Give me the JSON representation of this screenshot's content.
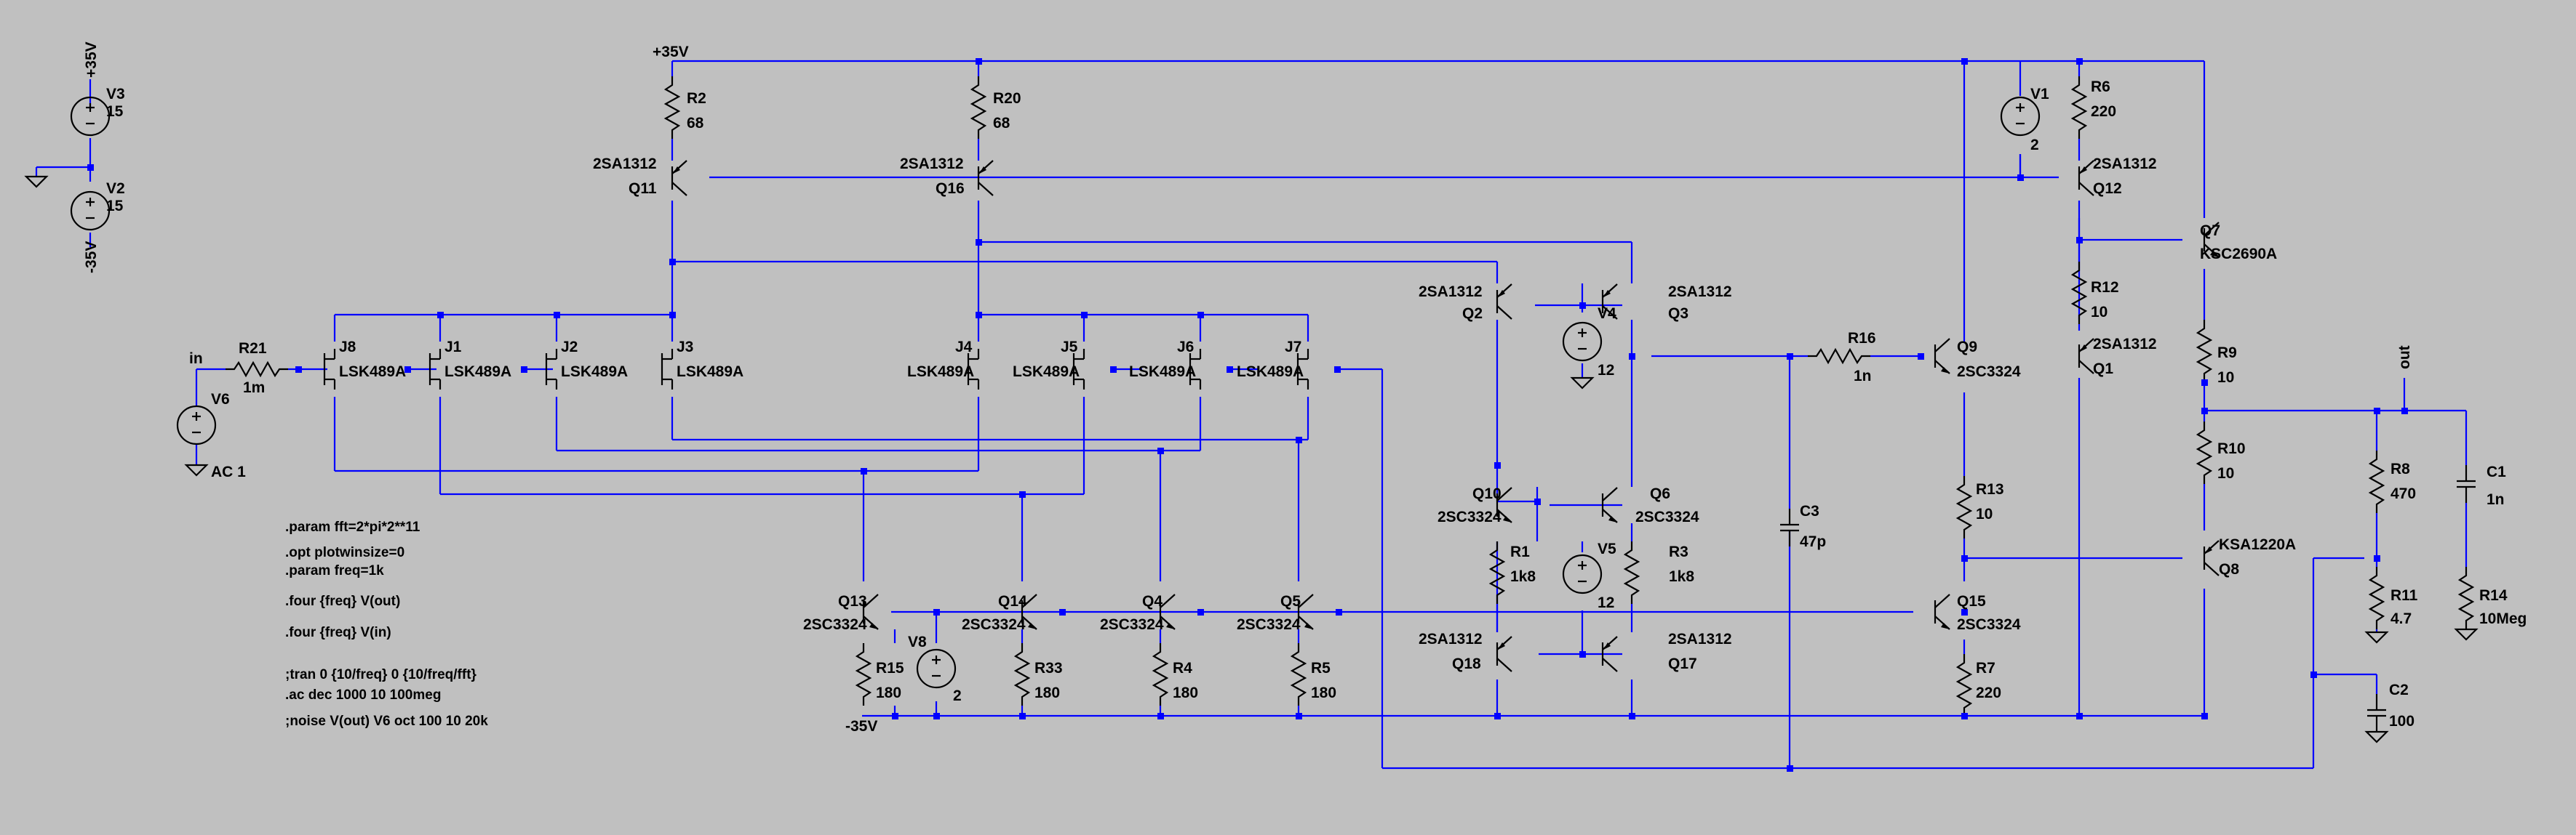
{
  "schematic": {
    "title": "",
    "rails": {
      "pos": "+35V",
      "neg": "-35V"
    },
    "nets": {
      "in": "in",
      "out": "out"
    },
    "colors": {
      "background": "#c0c0c0",
      "wire": "#0000ff",
      "symbol": "#000000"
    },
    "components": {
      "V3": {
        "name": "V3",
        "value": "15"
      },
      "V2": {
        "name": "V2",
        "value": "15"
      },
      "V3_net": "+35V",
      "V2_net": "-35V",
      "V1": {
        "name": "V1",
        "value": "2"
      },
      "V4": {
        "name": "V4",
        "value": "12"
      },
      "V5": {
        "name": "V5",
        "value": "12"
      },
      "V8": {
        "name": "V8",
        "value": "2"
      },
      "V6": {
        "name": "V6",
        "value": "AC 1"
      },
      "R2": {
        "name": "R2",
        "value": "68"
      },
      "R20": {
        "name": "R20",
        "value": "68"
      },
      "R6": {
        "name": "R6",
        "value": "220"
      },
      "R21": {
        "name": "R21",
        "value": "1m"
      },
      "R16": {
        "name": "R16",
        "value": "1n"
      },
      "R12": {
        "name": "R12",
        "value": "10"
      },
      "R9": {
        "name": "R9",
        "value": "10"
      },
      "R10": {
        "name": "R10",
        "value": "10"
      },
      "R13": {
        "name": "R13",
        "value": "10"
      },
      "R7": {
        "name": "R7",
        "value": "220"
      },
      "R1": {
        "name": "R1",
        "value": "1k8"
      },
      "R3": {
        "name": "R3",
        "value": "1k8"
      },
      "R8": {
        "name": "R8",
        "value": "470"
      },
      "R11": {
        "name": "R11",
        "value": "4.7"
      },
      "R14": {
        "name": "R14",
        "value": "10Meg"
      },
      "R15": {
        "name": "R15",
        "value": "180"
      },
      "R33": {
        "name": "R33",
        "value": "180"
      },
      "R4": {
        "name": "R4",
        "value": "180"
      },
      "R5": {
        "name": "R5",
        "value": "180"
      },
      "C1": {
        "name": "C1",
        "value": "1n"
      },
      "C2": {
        "name": "C2",
        "value": "100"
      },
      "C3": {
        "name": "C3",
        "value": "47p"
      },
      "Q11": {
        "name": "Q11",
        "value": "2SA1312"
      },
      "Q16": {
        "name": "Q16",
        "value": "2SA1312"
      },
      "Q12": {
        "name": "Q12",
        "value": "2SA1312"
      },
      "Q7": {
        "name": "Q7",
        "value": "KSC2690A"
      },
      "Q8": {
        "name": "Q8",
        "value": "KSA1220A"
      },
      "Q2": {
        "name": "Q2",
        "value": "2SA1312"
      },
      "Q3": {
        "name": "Q3",
        "value": "2SA1312"
      },
      "Q9": {
        "name": "Q9",
        "value": "2SC3324"
      },
      "Q1": {
        "name": "Q1",
        "value": "2SA1312"
      },
      "Q10": {
        "name": "Q10",
        "value": "2SC3324"
      },
      "Q6": {
        "name": "Q6",
        "value": "2SC3324"
      },
      "Q18": {
        "name": "Q18",
        "value": "2SA1312"
      },
      "Q17": {
        "name": "Q17",
        "value": "2SA1312"
      },
      "Q15": {
        "name": "Q15",
        "value": "2SC3324"
      },
      "Q13": {
        "name": "Q13",
        "value": "2SC3324"
      },
      "Q14": {
        "name": "Q14",
        "value": "2SC3324"
      },
      "Q4": {
        "name": "Q4",
        "value": "2SC3324"
      },
      "Q5": {
        "name": "Q5",
        "value": "2SC3324"
      },
      "J8": {
        "name": "J8",
        "value": "LSK489A"
      },
      "J1": {
        "name": "J1",
        "value": "LSK489A"
      },
      "J2": {
        "name": "J2",
        "value": "LSK489A"
      },
      "J3": {
        "name": "J3",
        "value": "LSK489A"
      },
      "J4": {
        "name": "J4",
        "value": "LSK489A"
      },
      "J5": {
        "name": "J5",
        "value": "LSK489A"
      },
      "J6": {
        "name": "J6",
        "value": "LSK489A"
      },
      "J7": {
        "name": "J7",
        "value": "LSK489A"
      }
    },
    "directives": [
      ".param fft=2*pi*2**11",
      ".opt plotwinsize=0",
      ".param freq=1k",
      ".four {freq} V(out)",
      ".four {freq} V(in)",
      ";tran 0 {10/freq} 0 {10/freq/fft}",
      ".ac dec 1000 10 100meg",
      ";noise V(out) V6 oct 100 10 20k"
    ]
  }
}
